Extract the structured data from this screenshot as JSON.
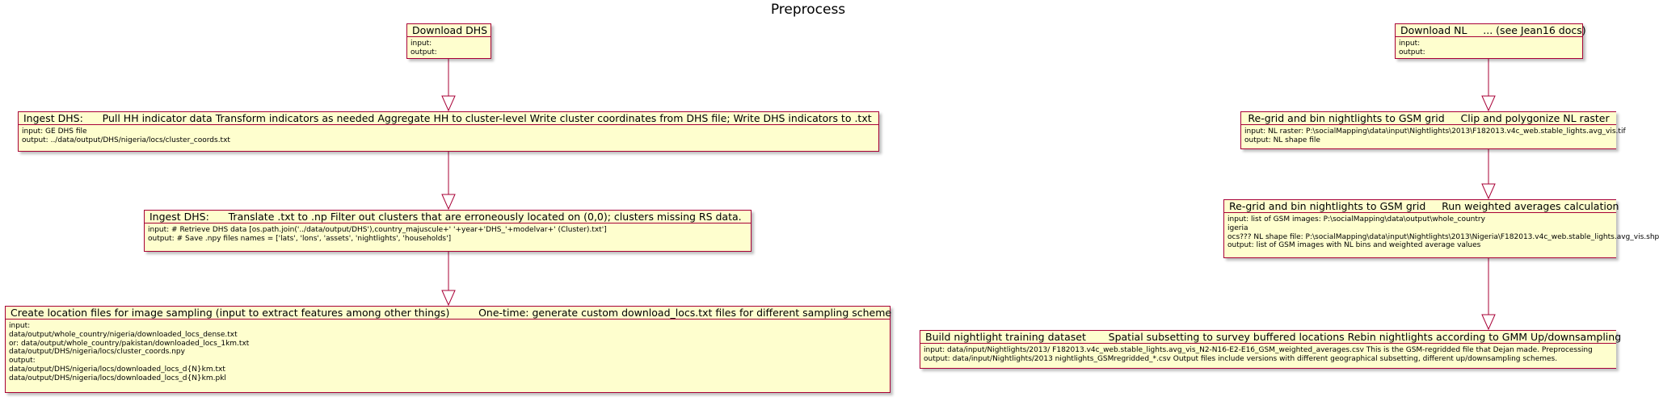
{
  "title": "Preprocess",
  "colors": {
    "box_fill": "#fefece",
    "box_border": "#a80036",
    "arrow": "#a80036",
    "text": "#000000"
  },
  "nodes": [
    {
      "id": "download-dhs",
      "title": "Download DHS",
      "lines": [
        "input:",
        "output:"
      ]
    },
    {
      "id": "ingest-dhs-1",
      "title": "Ingest DHS:      Pull HH indicator data Transform indicators as needed Aggregate HH to cluster-level Write cluster coordinates from DHS file; Write DHS indicators to .txt",
      "lines": [
        "input: GE DHS file",
        "output: ../data/output/DHS/nigeria/locs/cluster_coords.txt"
      ]
    },
    {
      "id": "ingest-dhs-2",
      "title": "Ingest DHS:      Translate .txt to .np Filter out clusters that are erroneously located on (0,0); clusters missing RS data.",
      "lines": [
        "input: # Retrieve DHS data [os.path.join('../data/output/DHS'),country_majuscule+' '+year+'DHS_'+modelvar+' (Cluster).txt']",
        "output: # Save .npy files names = ['lats', 'lons', 'assets', 'nightlights', 'households']"
      ]
    },
    {
      "id": "location-files",
      "title": "Create location files for image sampling (input to extract features among other things)         One-time: generate custom download_locs.txt files for different sampling scheme",
      "lines": [
        "input:",
        "data/output/whole_country/nigeria/downloaded_locs_dense.txt",
        "or: data/output/whole_country/pakistan/downloaded_locs_1km.txt",
        "data/output/DHS/nigeria/locs/cluster_coords.npy",
        "output:",
        "data/output/DHS/nigeria/locs/downloaded_locs_d{N}km.txt",
        "data/output/DHS/nigeria/locs/downloaded_locs_d{N}km.pkl"
      ]
    },
    {
      "id": "download-nl",
      "title": "Download NL     ... (see Jean16 docs)",
      "lines": [
        "input:",
        "output:"
      ]
    },
    {
      "id": "regrid-1",
      "title": "Re-grid and bin nightlights to GSM grid     Clip and polygonize NL raster",
      "lines": [
        "input: NL raster: P:\\socialMapping\\data\\input\\Nightlights\\2013\\F182013.v4c_web.stable_lights.avg_vis.tif",
        "output: NL shape file"
      ]
    },
    {
      "id": "regrid-2",
      "title": "Re-grid and bin nightlights to GSM grid     Run weighted averages calculation",
      "lines": [
        "input: list of GSM images: P:\\socialMapping\\data\\output\\whole_country",
        "igeria",
        "ocs??? NL shape file: P:\\socialMapping\\data\\input\\Nightlights\\2013\\Nigeria\\F182013.v4c_web.stable_lights.avg_vis.shp",
        "output: list of GSM images with NL bins and weighted average values"
      ]
    },
    {
      "id": "training-dataset",
      "title": "Build nightlight training dataset       Spatial subsetting to survey buffered locations Rebin nightlights according to GMM Up/downsampling",
      "lines": [
        "input: data/input/Nightlights/2013/ F182013.v4c_web.stable_lights.avg_vis_N2-N16-E2-E16_GSM_weighted_averages.csv This is the GSM-regridded file that Dejan made. Preprocessing",
        "output: data/input/Nightlights/2013 nightlights_GSMregridded_*.csv Output files include versions with different geographical subsetting, different up/downsampling schemes."
      ]
    }
  ]
}
